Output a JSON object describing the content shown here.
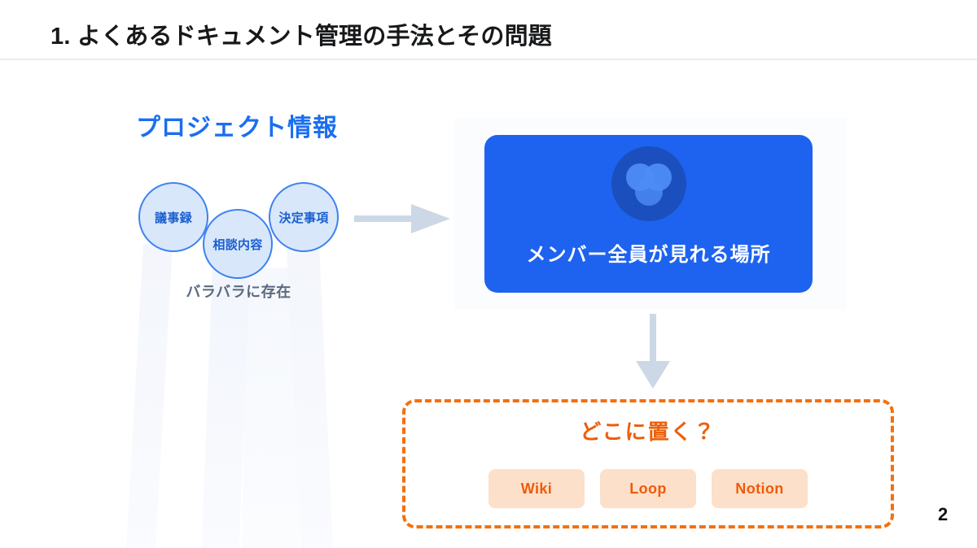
{
  "slide": {
    "page_number": "2",
    "title": "1. よくあるドキュメント管理の手法とその問題"
  },
  "source_cluster": {
    "heading": "プロジェクト情報",
    "items": [
      {
        "label": "議事録"
      },
      {
        "label": "相談内容"
      },
      {
        "label": "決定事項"
      }
    ],
    "caption": "バラバラに存在"
  },
  "flow": {
    "arrow_right": "arrow-right-icon",
    "arrow_down": "arrow-down-icon"
  },
  "hub": {
    "icon": "three-overlapping-circles-icon",
    "label": "メンバー全員が見れる場所"
  },
  "question": {
    "title": "どこに置く？",
    "tools": [
      {
        "label": "Wiki"
      },
      {
        "label": "Loop"
      },
      {
        "label": "Notion"
      }
    ]
  },
  "colors": {
    "brand_blue": "#1e63ef",
    "heading_blue": "#1a6ef0",
    "circle_fill": "#d9e7fa",
    "circle_stroke": "#3d82f0",
    "circle_text": "#1a5fd0",
    "caption_gray": "#5d6a7e",
    "arrow_gray": "#cdd8e6",
    "accent_orange": "#f4700d",
    "chip_fill": "#fce0ca",
    "chip_text": "#f05a09",
    "title_black": "#17181a"
  }
}
